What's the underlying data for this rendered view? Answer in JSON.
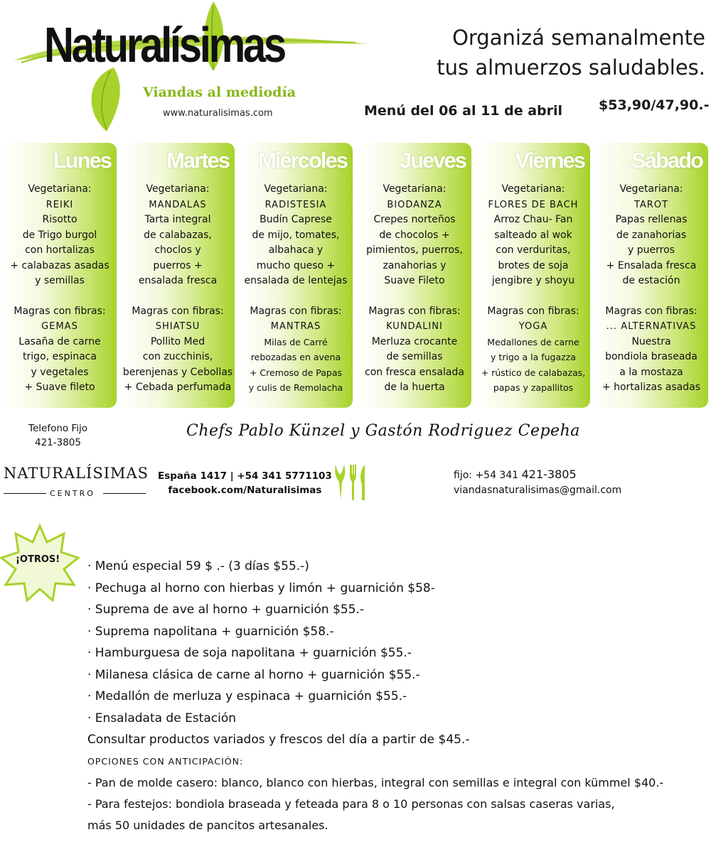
{
  "header": {
    "brand": "Naturalísimas",
    "tagline": "Viandas al mediodía",
    "website": "www.naturalisimas.com",
    "headline_1": "Organizá semanalmente",
    "headline_2": "tus almuerzos saludables.",
    "menu_dates": "Menú del 06 al 11 de abril",
    "price": "$53,90/47,90.-"
  },
  "colors": {
    "accent": "#a6d22a",
    "accent_dark": "#86b81b"
  },
  "days": [
    {
      "title": "Lunes",
      "veg_label": "Vegetariana:",
      "veg_name": "REIKI",
      "veg_lines": [
        "Risotto",
        "de Trigo burgol",
        "con hortalizas",
        "+ calabazas asadas",
        "y semillas"
      ],
      "fib_label": "Magras con fibras:",
      "fib_name": "GEMAS",
      "fib_lines": [
        "Lasaña de carne",
        "trigo, espinaca",
        "y vegetales",
        "+ Suave fileto"
      ]
    },
    {
      "title": "Martes",
      "veg_label": "Vegetariana:",
      "veg_name": "MANDALAS",
      "veg_lines": [
        "Tarta integral",
        "de calabazas,",
        "choclos y",
        "puerros +",
        "ensalada fresca"
      ],
      "fib_label": "Magras con fibras:",
      "fib_name": "SHIATSU",
      "fib_lines": [
        "Pollito Med",
        "con zucchinis,",
        "berenjenas y Cebollas",
        "+ Cebada perfumada"
      ]
    },
    {
      "title": "Miércoles",
      "veg_label": "Vegetariana:",
      "veg_name": "RADISTESIA",
      "veg_lines": [
        "Budín Caprese",
        "de  mijo, tomates,",
        "albahaca y",
        "mucho queso +",
        "ensalada de lentejas"
      ],
      "fib_label": "Magras con fibras:",
      "fib_name": "MANTRAS",
      "fib_lines": [
        "Milas de Carré",
        "rebozadas en avena",
        "+ Cremoso de Papas",
        "y culis de Remolacha"
      ]
    },
    {
      "title": "Jueves",
      "veg_label": "Vegetariana:",
      "veg_name": "BIODANZA",
      "veg_lines": [
        "Crepes  norteños",
        "de  chocolos +",
        "pimientos, puerros,",
        "zanahorias y",
        "Suave Fileto"
      ],
      "fib_label": "Magras con fibras:",
      "fib_name": "KUNDALINI",
      "fib_lines": [
        "Merluza crocante",
        "de semillas",
        "con fresca ensalada",
        "de la huerta"
      ]
    },
    {
      "title": "Viernes",
      "veg_label": "Vegetariana:",
      "veg_name": "FLORES DE BACH",
      "veg_lines": [
        "Arroz Chau- Fan",
        "salteado al wok",
        "con verduritas,",
        "brotes  de soja",
        "jengibre y shoyu"
      ],
      "fib_label": "Magras con fibras:",
      "fib_name": "YOGA",
      "fib_lines": [
        "Medallones de carne",
        "y trigo a la fugazza",
        "+ rústico de calabazas,",
        "papas y zapallitos"
      ]
    },
    {
      "title": "Sábado",
      "veg_label": "Vegetariana:",
      "veg_name": "TAROT",
      "veg_lines": [
        "Papas rellenas",
        "de zanahorias",
        "y puerros",
        "+ Ensalada fresca",
        "de estación"
      ],
      "fib_label": "Magras con fibras:",
      "fib_name": "... ALTERNATIVAS",
      "fib_lines": [
        "Nuestra",
        "bondiola braseada",
        "a la mostaza",
        "+ hortalizas asadas"
      ]
    }
  ],
  "footer": {
    "phone_label": "Telefono Fijo",
    "phone_number": "421-3805",
    "chefs": "Chefs Pablo Künzel y Gastón Rodriguez Cepeha",
    "centro_name": "NATURALÍSIMAS",
    "centro_sub": "CENTRO",
    "address_1": "España 1417 | +54 341 5771103",
    "address_2": "facebook.com/Naturalisimas",
    "fijo_prefix": "fijo: +54 341 ",
    "fijo_number": "421-3805",
    "email": "viandasnaturalisimas@gmail.com",
    "cutlery_icon": "cutlery-icon"
  },
  "otros": {
    "label": "¡OTROS!",
    "items": [
      "· Menú especial 59 $ .- (3 días $55.-)",
      "· Pechuga al horno con hierbas y limón + guarnición $58-",
      "· Suprema de ave al horno + guarnición $55.-",
      "· Suprema napolitana + guarnición $58.-",
      "· Hamburguesa de soja napolitana + guarnición $55.-",
      "· Milanesa clásica de carne al horno + guarnición $55.-",
      "· Medallón de merluza y espinaca + guarnición $55.-",
      "· Ensaladata de Estación"
    ],
    "consult": "Consultar productos variados y frescos del día a partir de $45.-",
    "anticipation_title": "OPCIONES CON ANTICIPACIÓN:",
    "anticipation_lines": [
      "- Pan de molde casero: blanco, blanco con hierbas, integral con semillas e integral con kümmel $40.-",
      "- Para festejos: bondiola braseada y feteada para 8 o 10 personas con salsas caseras varias,",
      "más 50 unidades de pancitos artesanales."
    ]
  }
}
